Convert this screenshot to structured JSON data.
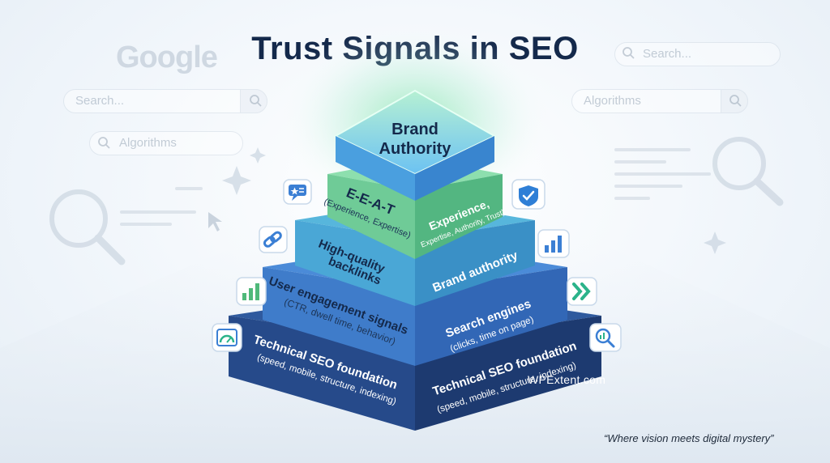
{
  "title": "Trust Signals in SEO",
  "google_logo": "Google",
  "tagline": "“Where vision meets digital mystery”",
  "watermark": "WPExtent.com",
  "background": {
    "search_left": "Search...",
    "algorithms_left": "Algorithms",
    "search_right": "Search...",
    "algorithms_right": "Algorithms"
  },
  "pyramid": {
    "top": {
      "line1": "Brand",
      "line2": "Authority"
    },
    "tier1": {
      "left_title": "E-E-A-T",
      "left_sub": "(Experience, Expertise)",
      "right_title": "Experience,",
      "right_sub": "Expertise, Authority, Trust)"
    },
    "tier2": {
      "left_line1": "High-quality",
      "left_line2": "backlinks",
      "right_title": "Brand authority"
    },
    "tier3": {
      "left_title": "User engagement signals",
      "left_sub": "(CTR, dwell time, behavior)",
      "right_title": "Search engines",
      "right_sub": "(clicks, time on page)"
    },
    "tier4": {
      "left_title": "Technical SEO foundation",
      "left_sub": "(speed, mobile, structure, indexing)",
      "right_title": "Technical SEO foundation",
      "right_sub": "(speed, mobile, structure, indexing)"
    }
  },
  "icons": [
    "star-chat-icon",
    "shield-check-icon",
    "link-icon",
    "bar-chart-icon",
    "growth-chart-icon",
    "double-chevron-icon",
    "speed-gauge-icon",
    "search-analytics-icon",
    "magnifier-icon",
    "sparkle-icon",
    "cursor-icon"
  ],
  "colors": {
    "title": "#14294b",
    "tier1": "#5fc88a",
    "tier2": "#3f9fd0",
    "tier3": "#3a73c8",
    "tier4": "#24427f",
    "top": "#64b8f0"
  }
}
